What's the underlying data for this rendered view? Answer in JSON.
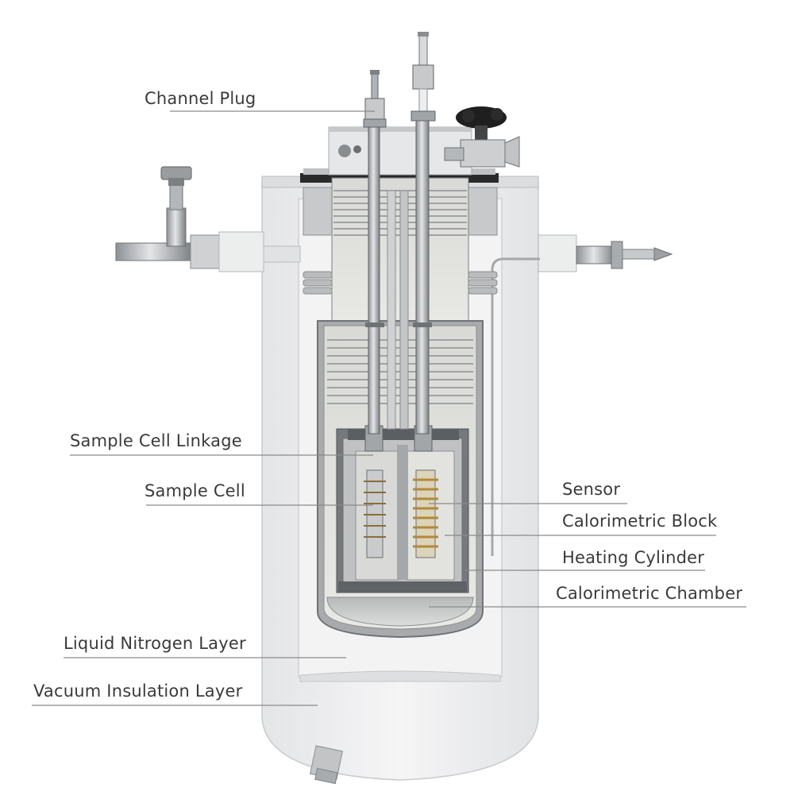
{
  "labels": {
    "channel_plug": "Channel Plug",
    "sample_cell_linkage": "Sample Cell Linkage",
    "sample_cell": "Sample Cell",
    "sensor": "Sensor",
    "calorimetric_block": "Calorimetric Block",
    "heating_cylinder": "Heating Cylinder",
    "calorimetric_chamber": "Calorimetric Chamber",
    "liquid_nitrogen_layer": "Liquid Nitrogen Layer",
    "vacuum_insulation_layer": "Vacuum Insulation Layer"
  },
  "colors": {
    "label_text": "#3a3a3a",
    "leader_line": "#8a8a8a",
    "outer_vessel": "#ececee",
    "steel": "#b9bcbf",
    "dark_steel": "#6f7275",
    "knob": "#1e1e1e"
  }
}
